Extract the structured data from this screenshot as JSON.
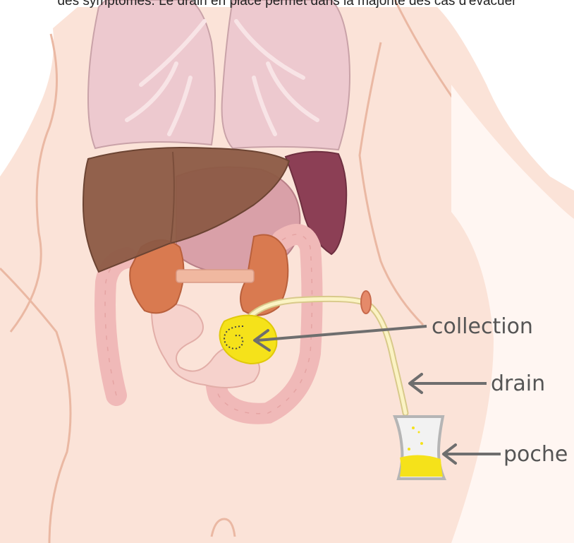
{
  "caption": "des symptômes. Le drain en place permet dans la majorité des cas d'évacuer",
  "labels": {
    "collection": "collection",
    "drain": "drain",
    "poche": "poche"
  },
  "colors": {
    "skin": "#fbe3d8",
    "skin_outline": "#eab8a3",
    "lung": "#edc9cf",
    "liver": "#8c5a44",
    "spleen": "#8c3f55",
    "kidney": "#d97a50",
    "intestine": "#f3c6c4",
    "collection": "#f5e21a",
    "drain_tube": "#f8efb0",
    "arrow": "#6e6e6e"
  }
}
